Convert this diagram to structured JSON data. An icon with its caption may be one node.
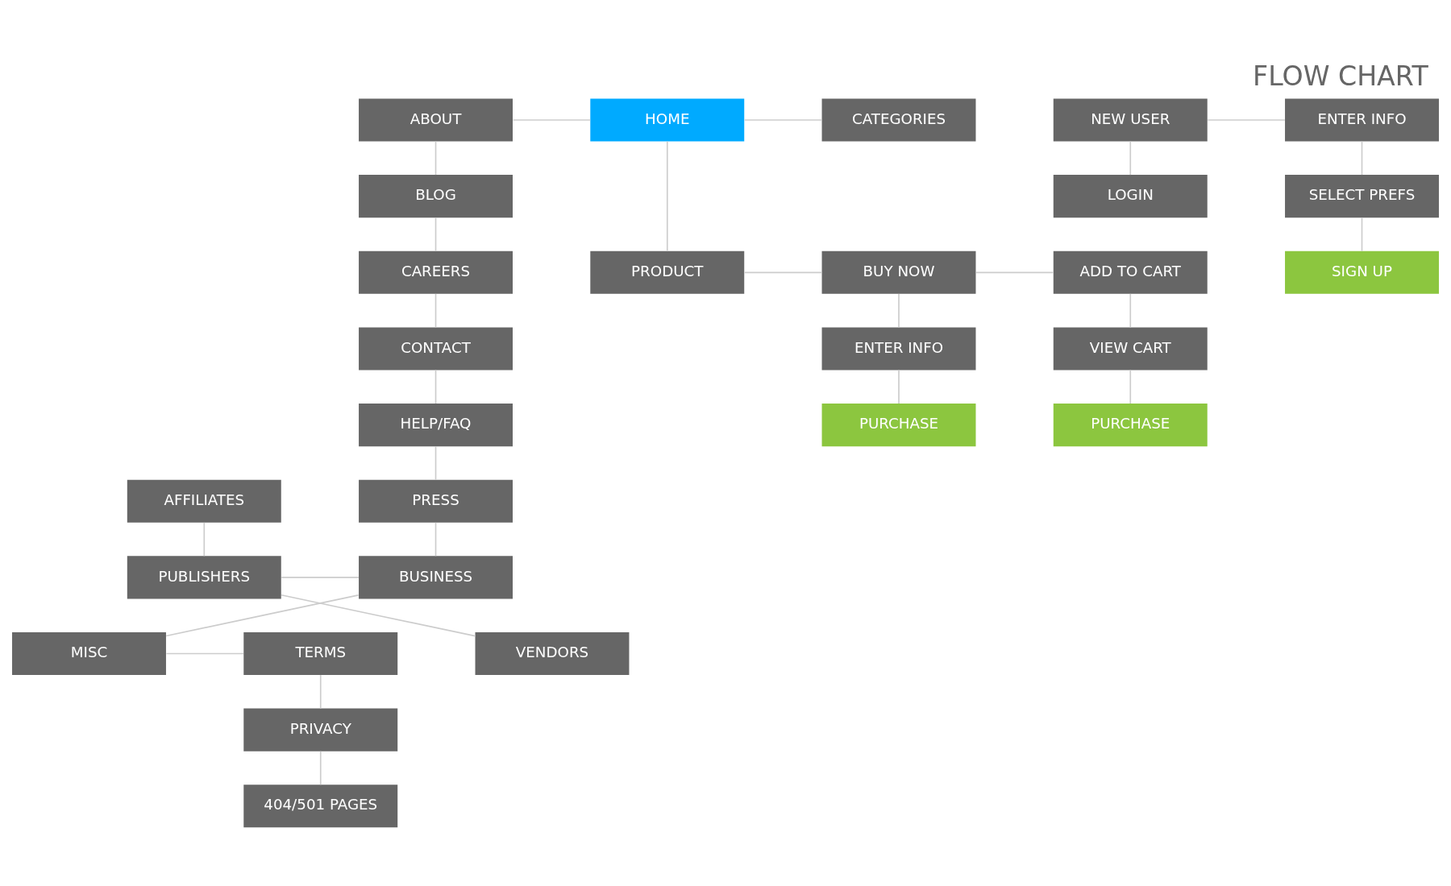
{
  "diagram": {
    "title": "FLOW CHART",
    "nodes": [
      {
        "text": [
          "ABOUT"
        ]
      },
      {
        "text": [
          "HOME"
        ]
      },
      {
        "text": [
          "CATEGORIES"
        ]
      },
      {
        "text": [
          "NEW USER"
        ]
      },
      {
        "text": [
          "ENTER INFO"
        ]
      },
      {
        "text": [
          "BLOG"
        ]
      },
      {
        "text": [
          "LOGIN"
        ]
      },
      {
        "text": [
          "SELECT PREFS"
        ]
      },
      {
        "text": [
          "CAREERS"
        ]
      },
      {
        "text": [
          "PRODUCT"
        ]
      },
      {
        "text": [
          "BUY NOW"
        ]
      },
      {
        "text": [
          "ADD TO CART"
        ]
      },
      {
        "text": [
          "SIGN UP"
        ]
      },
      {
        "text": [
          "CONTACT"
        ]
      },
      {
        "text": [
          "ENTER INFO"
        ]
      },
      {
        "text": [
          "VIEW CART"
        ]
      },
      {
        "text": [
          "HELP/FAQ"
        ]
      },
      {
        "text": [
          "PURCHASE"
        ]
      },
      {
        "text": [
          "PURCHASE"
        ]
      },
      {
        "text": [
          "AFFILIATES"
        ]
      },
      {
        "text": [
          "PRESS"
        ]
      },
      {
        "text": [
          "PUBLISHERS"
        ]
      },
      {
        "text": [
          "BUSINESS"
        ]
      },
      {
        "text": [
          "VENDORS"
        ]
      },
      {
        "text": [
          "MISC"
        ]
      },
      {
        "text": [
          "TERMS"
        ]
      },
      {
        "text": [
          "PRIVACY"
        ]
      },
      {
        "text": [
          "404/501 PAGES"
        ]
      }
    ],
    "edges": [
      {
        "from": 0,
        "to": 1,
        "arrow": "none"
      },
      {
        "from": 1,
        "to": 2,
        "arrow": "none"
      },
      {
        "from": 3,
        "to": 4,
        "arrow": "none"
      },
      {
        "from": 0,
        "to": 5,
        "arrow": "none"
      },
      {
        "from": 1,
        "to": 9,
        "arrow": "none"
      },
      {
        "from": 3,
        "to": 6,
        "arrow": "none"
      },
      {
        "from": 4,
        "to": 7,
        "arrow": "none"
      },
      {
        "from": 5,
        "to": 8,
        "arrow": "none"
      },
      {
        "from": 9,
        "to": 10,
        "arrow": "none"
      },
      {
        "from": 10,
        "to": 11,
        "arrow": "none"
      },
      {
        "from": 7,
        "to": 12,
        "arrow": "none"
      },
      {
        "from": 8,
        "to": 13,
        "arrow": "none"
      },
      {
        "from": 10,
        "to": 14,
        "arrow": "none"
      },
      {
        "from": 11,
        "to": 15,
        "arrow": "none"
      },
      {
        "from": 13,
        "to": 16,
        "arrow": "none"
      },
      {
        "from": 14,
        "to": 17,
        "arrow": "none"
      },
      {
        "from": 15,
        "to": 18,
        "arrow": "none"
      },
      {
        "from": 16,
        "to": 20,
        "arrow": "none"
      },
      {
        "from": 19,
        "to": 21,
        "arrow": "none"
      },
      {
        "from": 20,
        "to": 22,
        "arrow": "none"
      },
      {
        "from": 21,
        "to": 22,
        "arrow": "none"
      },
      {
        "from": 21,
        "to": 23,
        "arrow": "none"
      },
      {
        "from": 22,
        "to": 24,
        "arrow": "none"
      },
      {
        "from": 24,
        "to": 25,
        "arrow": "none"
      },
      {
        "from": 25,
        "to": 26,
        "arrow": "none"
      },
      {
        "from": 26,
        "to": 27,
        "arrow": "none"
      }
    ]
  }
}
